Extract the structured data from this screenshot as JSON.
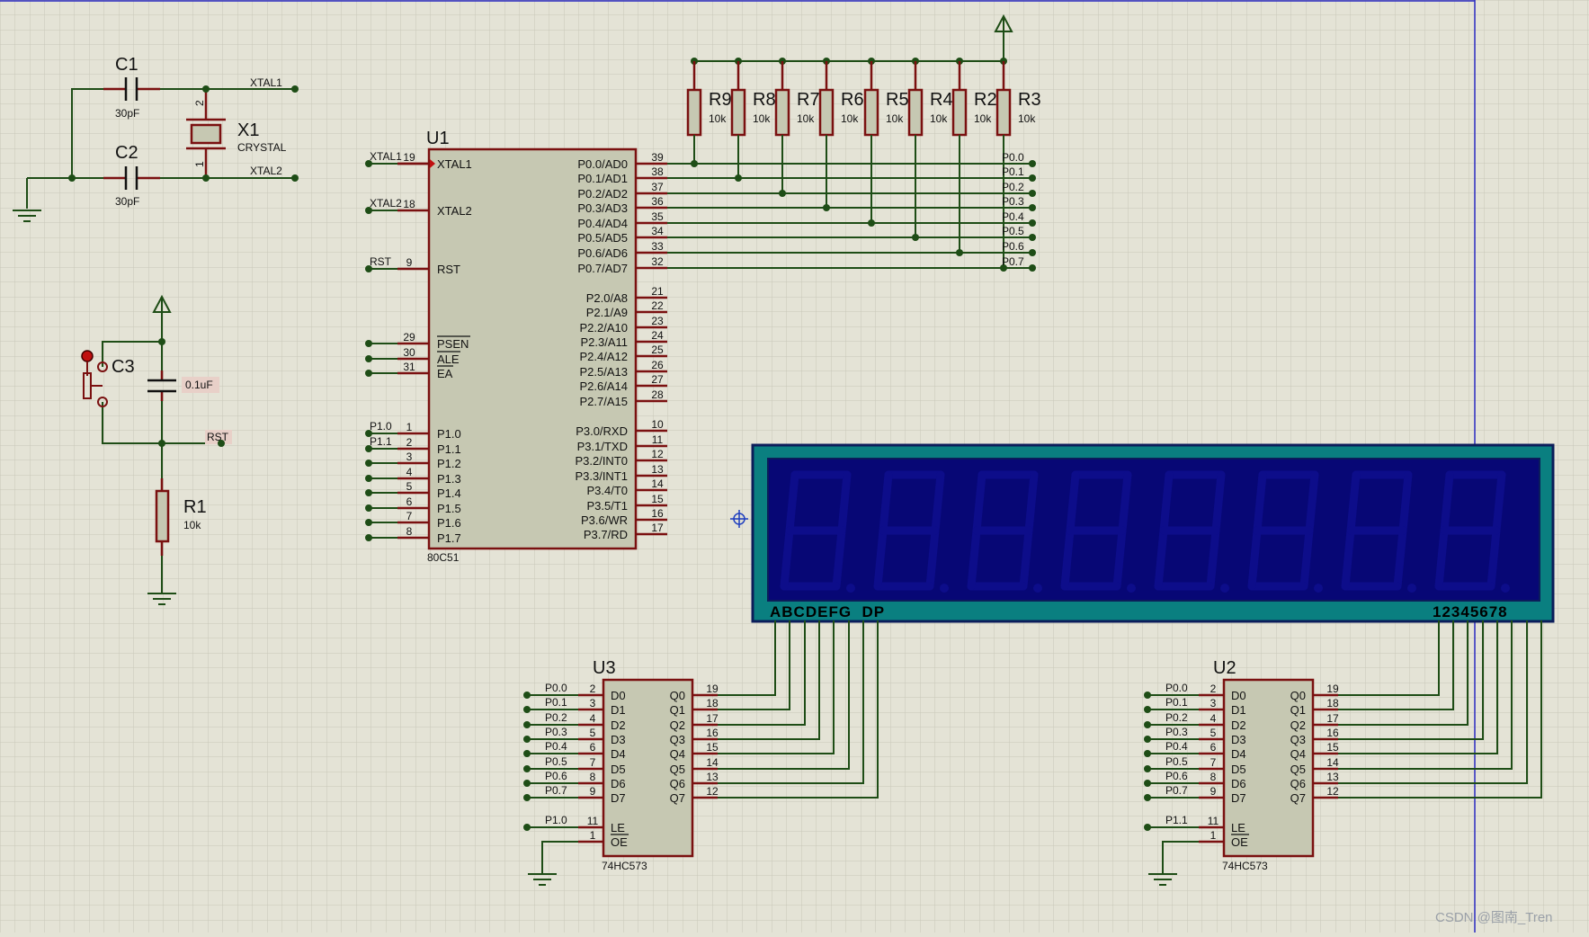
{
  "oscillator": {
    "c1": {
      "ref": "C1",
      "value": "30pF"
    },
    "c2": {
      "ref": "C2",
      "value": "30pF"
    },
    "x1": {
      "ref": "X1",
      "value": "CRYSTAL"
    },
    "net_xtal1": "XTAL1",
    "net_xtal2": "XTAL2",
    "pin2": "2",
    "pin1": "1"
  },
  "reset": {
    "c3": {
      "ref": "C3",
      "value": "0.1uF"
    },
    "r1": {
      "ref": "R1",
      "value": "10k"
    },
    "net_rst": "RST"
  },
  "pullups": {
    "resistors": [
      {
        "ref": "R9",
        "value": "10k"
      },
      {
        "ref": "R8",
        "value": "10k"
      },
      {
        "ref": "R7",
        "value": "10k"
      },
      {
        "ref": "R6",
        "value": "10k"
      },
      {
        "ref": "R5",
        "value": "10k"
      },
      {
        "ref": "R4",
        "value": "10k"
      },
      {
        "ref": "R2",
        "value": "10k"
      },
      {
        "ref": "R3",
        "value": "10k"
      }
    ],
    "nets": [
      "P0.0",
      "P0.1",
      "P0.2",
      "P0.3",
      "P0.4",
      "P0.5",
      "P0.6",
      "P0.7"
    ]
  },
  "u1": {
    "ref": "U1",
    "part": "80C51",
    "left_pins": [
      {
        "num": "19",
        "name": "XTAL1",
        "net": "XTAL1"
      },
      {
        "num": "18",
        "name": "XTAL2",
        "net": "XTAL2"
      },
      {
        "num": "9",
        "name": "RST",
        "net": "RST"
      },
      {
        "num": "29",
        "name": "PSEN",
        "net": ""
      },
      {
        "num": "30",
        "name": "ALE",
        "net": ""
      },
      {
        "num": "31",
        "name": "EA",
        "net": ""
      },
      {
        "num": "1",
        "name": "P1.0",
        "net": "P1.0"
      },
      {
        "num": "2",
        "name": "P1.1",
        "net": "P1.1"
      },
      {
        "num": "3",
        "name": "P1.2",
        "net": ""
      },
      {
        "num": "4",
        "name": "P1.3",
        "net": ""
      },
      {
        "num": "5",
        "name": "P1.4",
        "net": ""
      },
      {
        "num": "6",
        "name": "P1.5",
        "net": ""
      },
      {
        "num": "7",
        "name": "P1.6",
        "net": ""
      },
      {
        "num": "8",
        "name": "P1.7",
        "net": ""
      }
    ],
    "right_pins": [
      {
        "num": "39",
        "name": "P0.0/AD0"
      },
      {
        "num": "38",
        "name": "P0.1/AD1"
      },
      {
        "num": "37",
        "name": "P0.2/AD2"
      },
      {
        "num": "36",
        "name": "P0.3/AD3"
      },
      {
        "num": "35",
        "name": "P0.4/AD4"
      },
      {
        "num": "34",
        "name": "P0.5/AD5"
      },
      {
        "num": "33",
        "name": "P0.6/AD6"
      },
      {
        "num": "32",
        "name": "P0.7/AD7"
      },
      {
        "num": "21",
        "name": "P2.0/A8"
      },
      {
        "num": "22",
        "name": "P2.1/A9"
      },
      {
        "num": "23",
        "name": "P2.2/A10"
      },
      {
        "num": "24",
        "name": "P2.3/A11"
      },
      {
        "num": "25",
        "name": "P2.4/A12"
      },
      {
        "num": "26",
        "name": "P2.5/A13"
      },
      {
        "num": "27",
        "name": "P2.6/A14"
      },
      {
        "num": "28",
        "name": "P2.7/A15"
      },
      {
        "num": "10",
        "name": "P3.0/RXD"
      },
      {
        "num": "11",
        "name": "P3.1/TXD"
      },
      {
        "num": "12",
        "name": "P3.2/INT0"
      },
      {
        "num": "13",
        "name": "P3.3/INT1"
      },
      {
        "num": "14",
        "name": "P3.4/T0"
      },
      {
        "num": "15",
        "name": "P3.5/T1"
      },
      {
        "num": "16",
        "name": "P3.6/WR"
      },
      {
        "num": "17",
        "name": "P3.7/RD"
      }
    ]
  },
  "display": {
    "segments_label": "ABCDEFG  DP",
    "digits_label": "12345678",
    "digit_count": 8
  },
  "latch_common": {
    "part": "74HC573",
    "d_names": [
      "D0",
      "D1",
      "D2",
      "D3",
      "D4",
      "D5",
      "D6",
      "D7"
    ],
    "d_nums": [
      "2",
      "3",
      "4",
      "5",
      "6",
      "7",
      "8",
      "9"
    ],
    "q_names": [
      "Q0",
      "Q1",
      "Q2",
      "Q3",
      "Q4",
      "Q5",
      "Q6",
      "Q7"
    ],
    "q_nums": [
      "19",
      "18",
      "17",
      "16",
      "15",
      "14",
      "13",
      "12"
    ],
    "d_nets": [
      "P0.0",
      "P0.1",
      "P0.2",
      "P0.3",
      "P0.4",
      "P0.5",
      "P0.6",
      "P0.7"
    ],
    "le_name": "LE",
    "le_num": "11",
    "oe_name": "OE",
    "oe_num": "1"
  },
  "u3": {
    "ref": "U3",
    "le_net": "P1.0"
  },
  "u2": {
    "ref": "U2",
    "le_net": "P1.1"
  },
  "watermark": "CSDN @图南_Tren"
}
